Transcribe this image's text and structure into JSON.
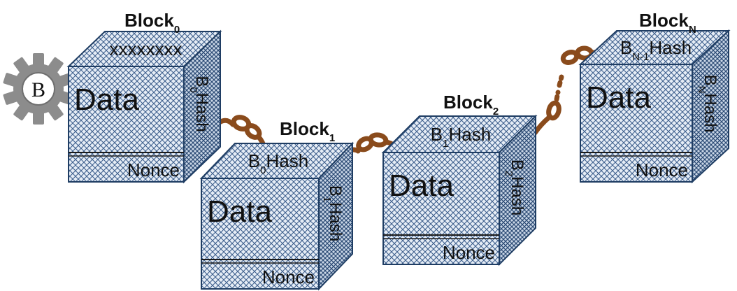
{
  "colors": {
    "cube_edge": "#1f3d63",
    "cube_fill": "#4f7ab0",
    "chain": "#8a4b1c",
    "gear": "#8c8c8c",
    "text": "#111111"
  },
  "gear": {
    "symbol": "B",
    "icon": "gear-bitcoin-icon"
  },
  "blocks": [
    {
      "title_main": "Block",
      "title_sub": "0",
      "top_main": "xxxxxxxx",
      "top_sub": "",
      "top_rest": "",
      "data": "Data",
      "side_main": "B",
      "side_sub": "0",
      "side_rest": "Hash",
      "nonce": "Nonce"
    },
    {
      "title_main": "Block",
      "title_sub": "1",
      "top_main": "B",
      "top_sub": "0",
      "top_rest": "Hash",
      "data": "Data",
      "side_main": "B",
      "side_sub": "1",
      "side_rest": "Hash",
      "nonce": "Nonce"
    },
    {
      "title_main": "Block",
      "title_sub": "2",
      "top_main": "B",
      "top_sub": "1",
      "top_rest": "Hash",
      "data": "Data",
      "side_main": "B",
      "side_sub": "2",
      "side_rest": "Hash",
      "nonce": "Nonce"
    },
    {
      "title_main": "Block",
      "title_sub": "N",
      "top_main": "B",
      "top_sub": "N-1",
      "top_rest": "Hash",
      "data": "Data",
      "side_main": "B",
      "side_sub": "N",
      "side_rest": "Hash",
      "nonce": "Nonce"
    }
  ]
}
